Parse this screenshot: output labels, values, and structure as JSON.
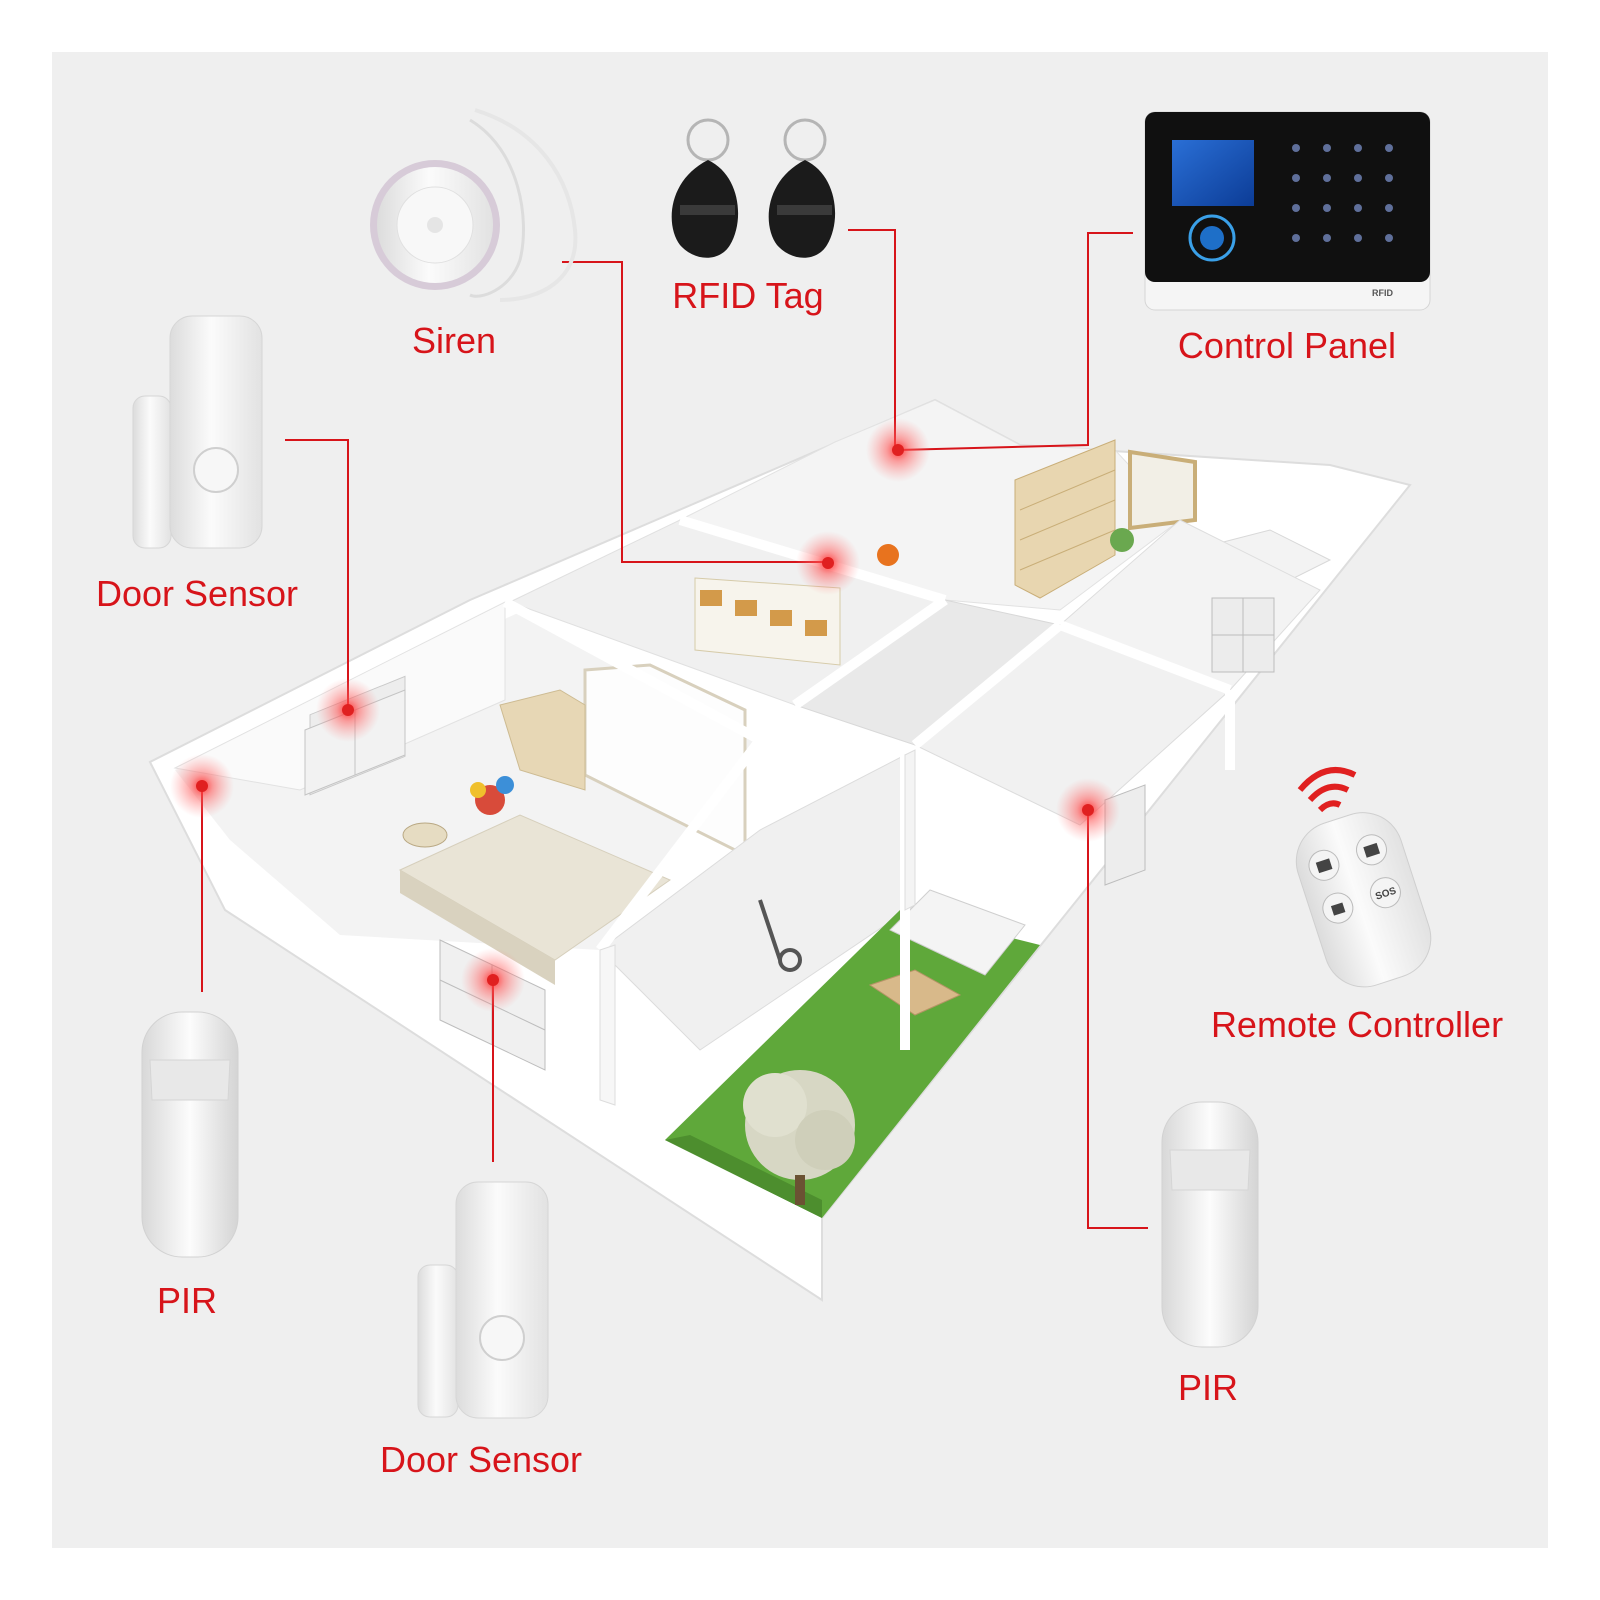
{
  "labels": {
    "siren": "Siren",
    "rfid_tag": "RFID Tag",
    "control_panel": "Control Panel",
    "door_sensor_left": "Door Sensor",
    "door_sensor_bottom": "Door Sensor",
    "pir_left": "PIR",
    "pir_right": "PIR",
    "remote_controller": "Remote Controller"
  },
  "control_panel_brand": "RFID",
  "remote_sos_label": "SOS",
  "colors": {
    "accent": "#d7141a",
    "marker": "#e02020",
    "background": "#efefef",
    "device_white": "#f7f7f7",
    "panel_black": "#101010",
    "grass": "#5fa83a"
  }
}
